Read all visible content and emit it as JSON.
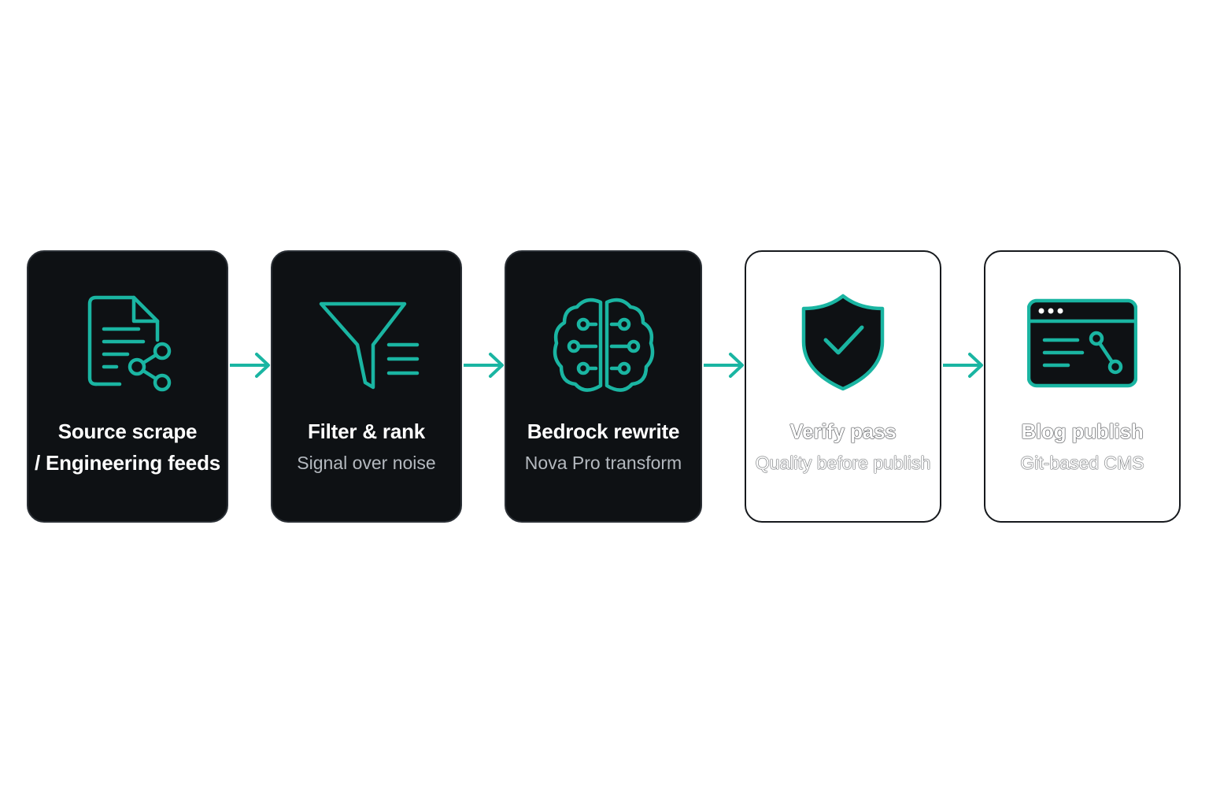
{
  "accent_color": "#1ab5a2",
  "steps": [
    {
      "icon": "document-share-icon",
      "title_line1": "Source scrape",
      "title_line2": "/ Engineering feeds",
      "subtitle": ""
    },
    {
      "icon": "funnel-filter-icon",
      "title_line1": "Filter & rank",
      "title_line2": "",
      "subtitle": "Signal over noise"
    },
    {
      "icon": "brain-icon",
      "title_line1": "Bedrock rewrite",
      "title_line2": "",
      "subtitle": "Nova Pro transform"
    },
    {
      "icon": "shield-check-icon",
      "title_line1": "Verify pass",
      "title_line2": "",
      "subtitle": "Quality before publish"
    },
    {
      "icon": "browser-window-icon",
      "title_line1": "Blog publish",
      "title_line2": "",
      "subtitle": "Git-based CMS"
    }
  ]
}
